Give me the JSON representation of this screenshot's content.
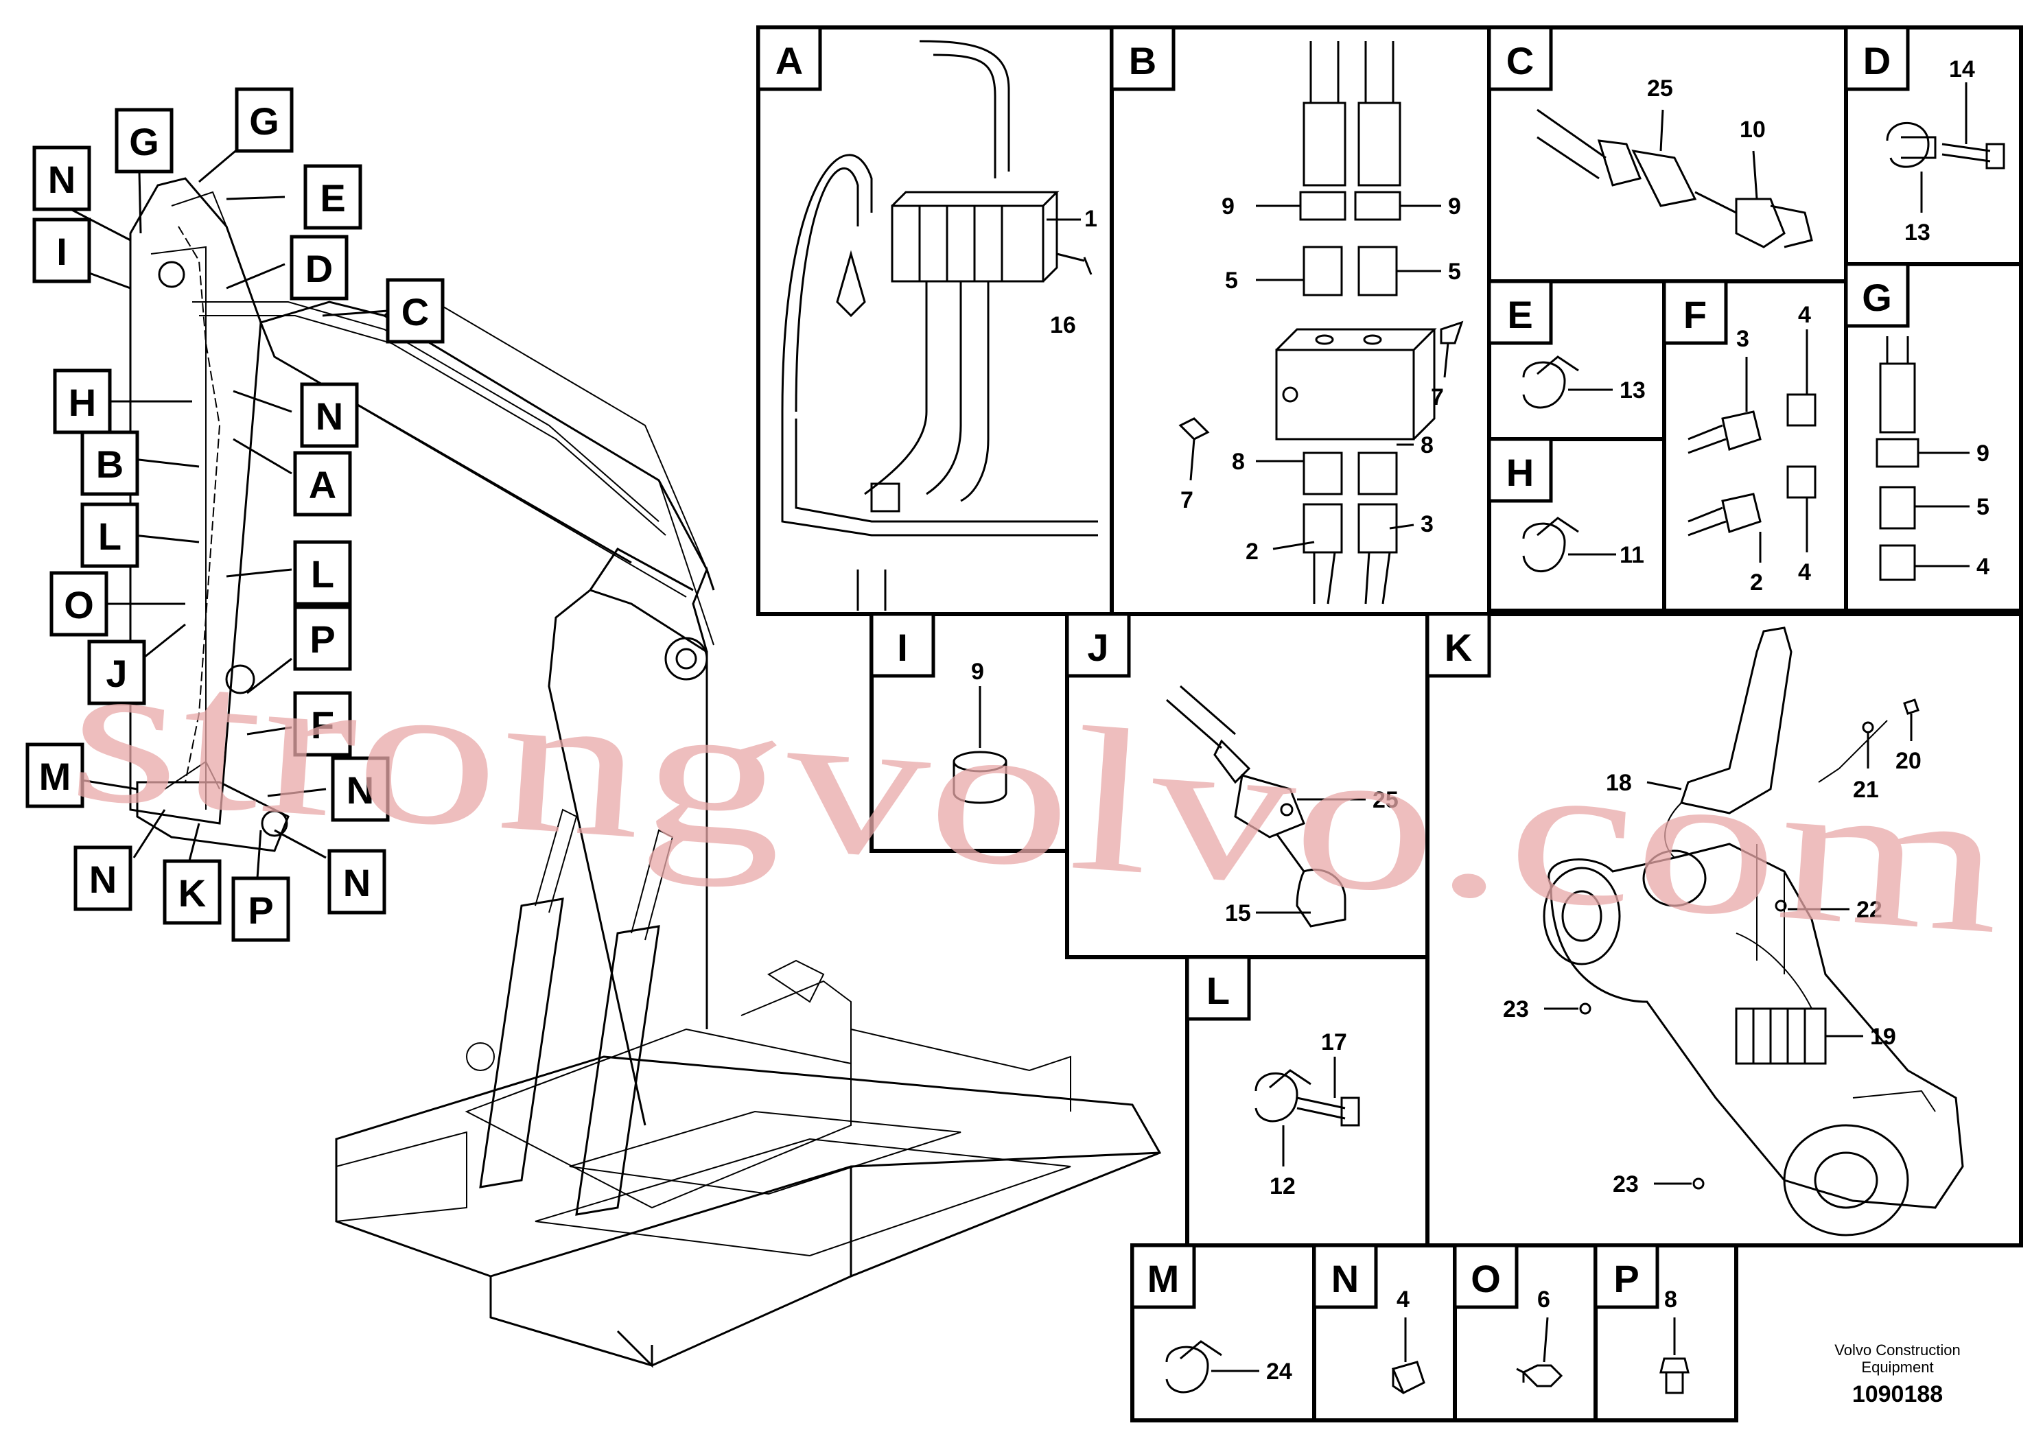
{
  "overview_callouts": [
    "G",
    "G",
    "N",
    "E",
    "I",
    "D",
    "C",
    "H",
    "N",
    "B",
    "A",
    "L",
    "L",
    "O",
    "J",
    "P",
    "F",
    "M",
    "N",
    "N",
    "K",
    "P",
    "N"
  ],
  "panels": {
    "A": {
      "letter": "A",
      "numbers": [
        "1",
        "16"
      ]
    },
    "B": {
      "letter": "B",
      "numbers": [
        "9",
        "9",
        "5",
        "5",
        "7",
        "7",
        "8",
        "8",
        "2",
        "3"
      ]
    },
    "C": {
      "letter": "C",
      "numbers": [
        "25",
        "10"
      ]
    },
    "D": {
      "letter": "D",
      "numbers": [
        "14",
        "13"
      ]
    },
    "E": {
      "letter": "E",
      "numbers": [
        "13"
      ]
    },
    "F": {
      "letter": "F",
      "numbers": [
        "3",
        "4",
        "2",
        "4"
      ]
    },
    "G": {
      "letter": "G",
      "numbers": [
        "9",
        "5",
        "4"
      ]
    },
    "H": {
      "letter": "H",
      "numbers": [
        "11"
      ]
    },
    "I": {
      "letter": "I",
      "numbers": [
        "9"
      ]
    },
    "J": {
      "letter": "J",
      "numbers": [
        "25",
        "15"
      ]
    },
    "K": {
      "letter": "K",
      "numbers": [
        "18",
        "21",
        "20",
        "22",
        "23",
        "19",
        "23"
      ]
    },
    "L": {
      "letter": "L",
      "numbers": [
        "17",
        "12"
      ]
    },
    "M": {
      "letter": "M",
      "numbers": [
        "24"
      ]
    },
    "N": {
      "letter": "N",
      "numbers": [
        "4"
      ]
    },
    "O": {
      "letter": "O",
      "numbers": [
        "6"
      ]
    },
    "P": {
      "letter": "P",
      "numbers": [
        "8"
      ]
    }
  },
  "watermark": "strongvolvo.com",
  "footer": {
    "brand_line1": "Volvo Construction",
    "brand_line2": "Equipment",
    "drawing_number": "1090188"
  }
}
